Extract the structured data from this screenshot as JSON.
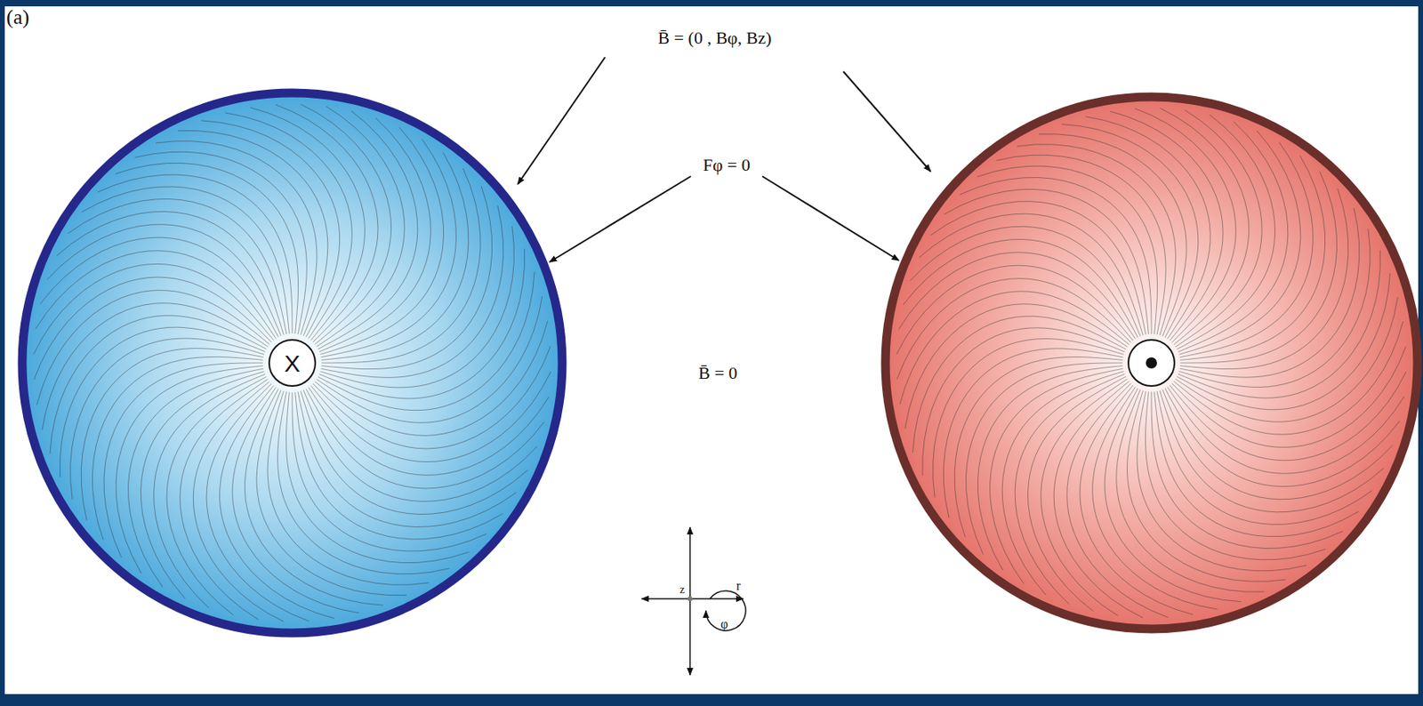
{
  "diagram": {
    "labels": [
      "(a)",
      "B̄ = (0 , Bφ, Bz)",
      "Fφ = 0",
      "B̄ = 0",
      "X",
      "z",
      "r",
      "φ"
    ]
  }
}
